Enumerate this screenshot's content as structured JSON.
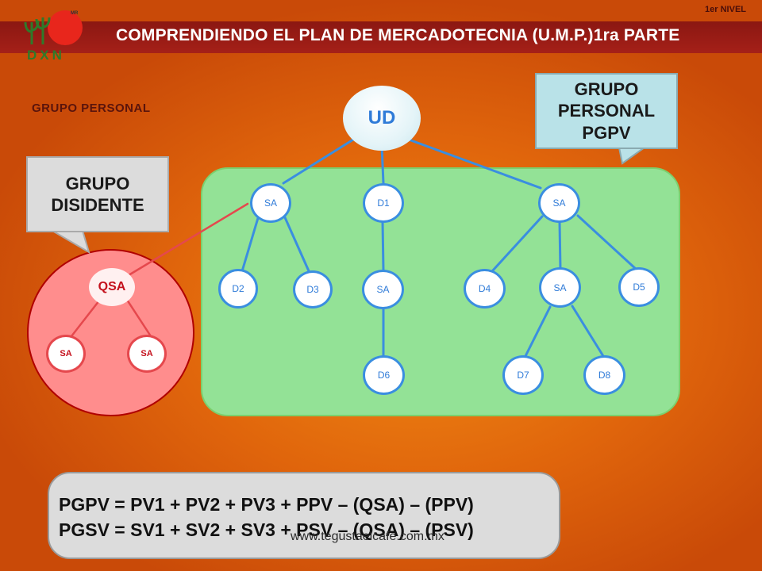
{
  "header": {
    "title": "COMPRENDIENDO EL PLAN DE MERCADOTECNIA (U.M.P.)1ra PARTE",
    "level": "1er NIVEL"
  },
  "logo": {
    "text": "DXN",
    "mark": "MR"
  },
  "subtitle": "GRUPO PERSONAL",
  "callouts": {
    "personal": [
      "GRUPO",
      "PERSONAL",
      "PGPV"
    ],
    "dissident": [
      "GRUPO",
      "DISIDENTE"
    ]
  },
  "tree": {
    "root": "UD",
    "level1": [
      "SA",
      "D1",
      "SA"
    ],
    "level2": [
      "D2",
      "D3",
      "SA",
      "D4",
      "SA",
      "D5"
    ],
    "level3": [
      "D6",
      "D7",
      "D8"
    ]
  },
  "dissident_group": {
    "root": "QSA",
    "children": [
      "SA",
      "SA"
    ]
  },
  "formulas": [
    "PGPV = PV1 + PV2 + PV3 + PPV – (QSA) – (PPV)",
    "PGSV = SV1 + SV2 + SV3 + PSV – (QSA) – (PSV)"
  ],
  "footer": {
    "url": "www.tegustaelcafe.com.mx"
  },
  "colors": {
    "header": "#a52018",
    "group_fill": "#93e296",
    "dissident_fill": "#ff8d8d",
    "node_stroke": "#3a8ee0",
    "link": "#3a8ee0",
    "dissident_link": "#e5484d"
  }
}
